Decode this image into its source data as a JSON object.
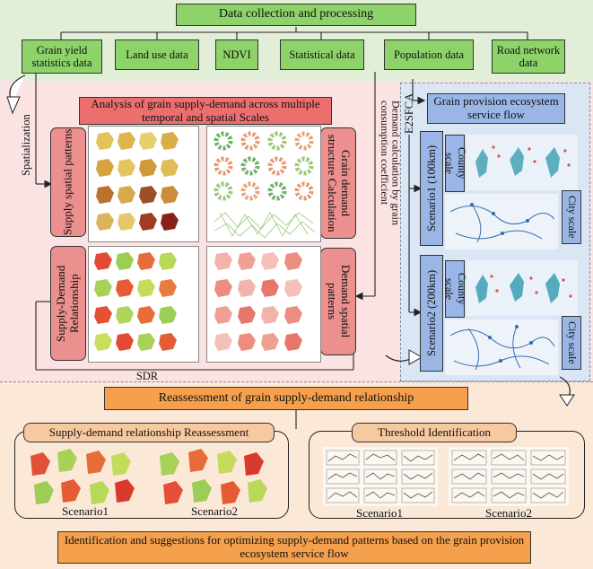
{
  "title": "Data collection and processing",
  "sources": {
    "grain_yield": "Grain yield statistics data",
    "land_use": "Land use data",
    "ndvi": "NDVI",
    "statistical": "Statistical data",
    "population": "Population data",
    "road": "Road network data"
  },
  "middle": {
    "analysis_title": "Analysis of grain supply-demand across multiple temporal and spatial Scales",
    "spatialization": "Spatialization",
    "supply_patterns": "Supply spatial patterns",
    "grain_demand": "Grain demand structure Calculation",
    "supply_demand_relationship": "Supply-Demand Relationship",
    "demand_patterns": "Demand spatial patterns",
    "sdr": "SDR",
    "demand_calc": "Demand calculation by grain consumption coefficient"
  },
  "right": {
    "title": "Grain provision ecosystem service flow",
    "method": "E2SFCA",
    "scenario1": "Scenario1 (100km)",
    "scenario2": "Scenario2 (200km)",
    "county_scale": "County scale",
    "city_scale": "City scale"
  },
  "bottom": {
    "reassessment_title": "Reassessment of grain supply-demand relationship",
    "reassessment_frame": "Supply-demand relationship Reassessment",
    "threshold_frame": "Threshold Identification",
    "scenario1": "Scenario1",
    "scenario2": "Scenario2",
    "final": "Identification and suggestions for optimizing supply-demand patterns based on the grain provision ecosystem service flow"
  },
  "colors": {
    "green_box": "#8ed26a",
    "red_box": "#ec6f6f",
    "salmon_box": "#eb8f8f",
    "blue_box": "#9ab6e6",
    "orange_box": "#f4a04c"
  }
}
